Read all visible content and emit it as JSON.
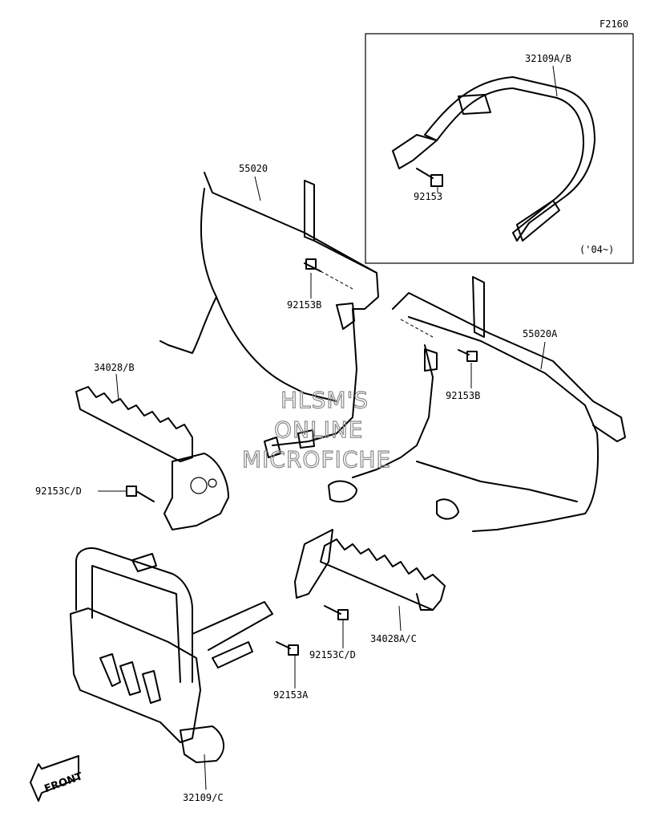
{
  "figure_code": "F2160",
  "inset_note": "('04~)",
  "watermark": {
    "line1": "HLSM'S",
    "line2": "ONLINE",
    "line3": "MICROFICHE"
  },
  "front_arrow_label": "FRONT",
  "part_labels": {
    "p32109AB": "32109A/B",
    "p92153_inset": "92153",
    "p55020": "55020",
    "p92153B_left": "92153B",
    "p55020A": "55020A",
    "p92153B_right": "92153B",
    "p34028B": "34028/B",
    "p92153CD_left": "92153C/D",
    "p34028AC": "34028A/C",
    "p92153CD_right": "92153C/D",
    "p92153A": "92153A",
    "p32109C": "32109/C"
  }
}
